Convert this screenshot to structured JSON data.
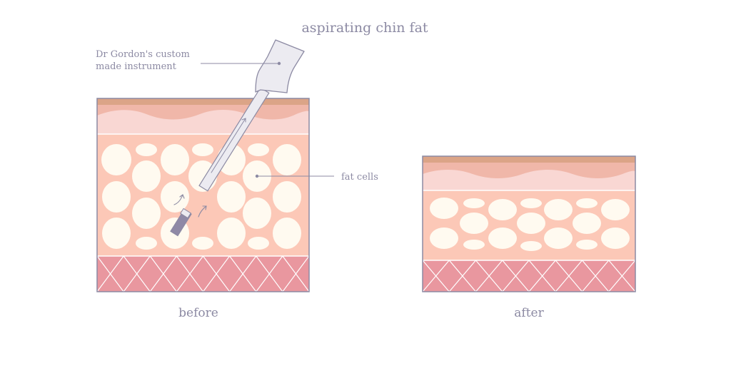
{
  "title": "aspirating chin fat",
  "labels": {
    "instrument_line1": "Dr Gordon's custom",
    "instrument_line2": "made instrument",
    "fat_cells": "fat cells"
  },
  "captions": {
    "before": "before",
    "after": "after"
  },
  "colors": {
    "text": "#8c8aa3",
    "skin_top": "#dba487",
    "dermis": "#f0b7a9",
    "wave": "#f9d7d3",
    "fat_tissue": "#fcc8b7",
    "fat_cell": "#fffaf0",
    "muscle": "#e9979f",
    "outline": "#8c8aa3",
    "instrument": "#ecebf1",
    "instrument_tip": "#8f89a6"
  }
}
